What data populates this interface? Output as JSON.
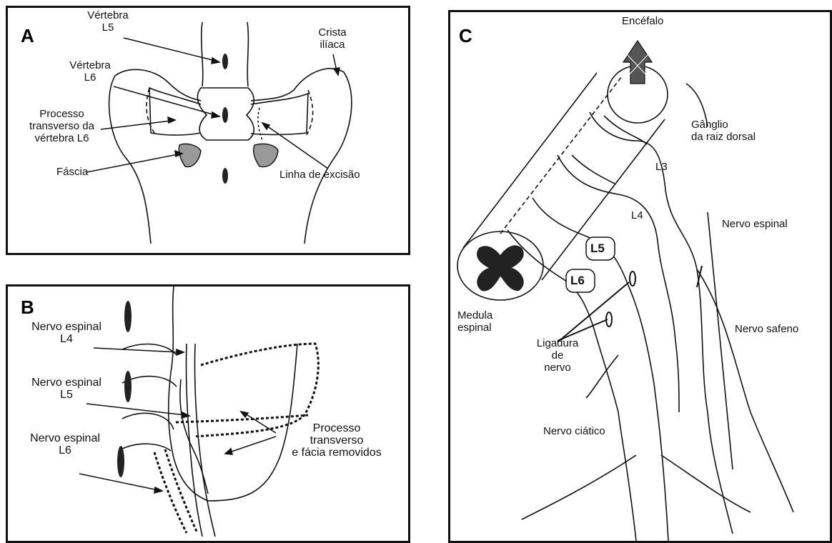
{
  "panels": {
    "A": {
      "letter": "A",
      "labels": {
        "vertebra_l5_line1": "Vértebra",
        "vertebra_l5_line2": "L5",
        "vertebra_l6_line1": "Vértebra",
        "vertebra_l6_line2": "L6",
        "crista_line1": "Crista",
        "crista_line2": "ilíaca",
        "processo_line1": "Processo",
        "processo_line2": "transverso da",
        "processo_line3": "vértebra L6",
        "fascia": "Fáscia",
        "linha": "Linha de excisão"
      }
    },
    "B": {
      "letter": "B",
      "labels": {
        "l4_line1": "Nervo espinal",
        "l4_line2": "L4",
        "l5_line1": "Nervo espinal",
        "l5_line2": "L5",
        "l6_line1": "Nervo espinal",
        "l6_line2": "L6",
        "proc_line1": "Processo",
        "proc_line2": "transverso",
        "proc_line3": "e fácia removidos"
      }
    },
    "C": {
      "letter": "C",
      "labels": {
        "encefalo": "Encéfalo",
        "ganglio_line1": "Gânglio",
        "ganglio_line2": "da raiz dorsal",
        "l3": "L3",
        "l4": "L4",
        "l5": "L5",
        "l6": "L6",
        "nervo_espinal": "Nervo espinal",
        "medula_line1": "Medula",
        "medula_line2": "espinal",
        "ligadura_line1": "Ligadura",
        "ligadura_line2": "de",
        "ligadura_line3": "nervo",
        "nervo_safeno": "Nervo safeno",
        "nervo_ciatico": "Nervo ciático"
      }
    }
  }
}
